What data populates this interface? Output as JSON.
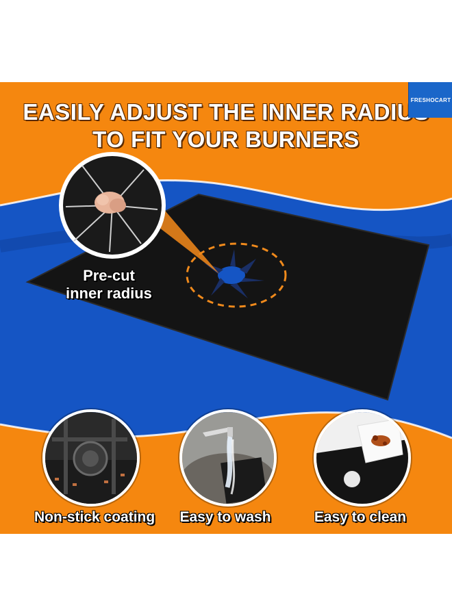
{
  "headline": {
    "line1": "EASILY ADJUST THE INNER RADIUS",
    "line2": "TO FIT YOUR BURNERS"
  },
  "brand": {
    "name": "FRESHOCART"
  },
  "callout": {
    "line1": "Pre-cut",
    "line2": "inner radius"
  },
  "features": [
    {
      "label": "Non-stick coating",
      "icon": "stove-grate-icon"
    },
    {
      "label": "Easy to wash",
      "icon": "faucet-water-icon"
    },
    {
      "label": "Easy to clean",
      "icon": "wipe-clean-icon"
    }
  ],
  "colors": {
    "orange": "#f5870f",
    "blue": "#1555c4",
    "mat": "#141414",
    "dash": "#f08a1c"
  }
}
